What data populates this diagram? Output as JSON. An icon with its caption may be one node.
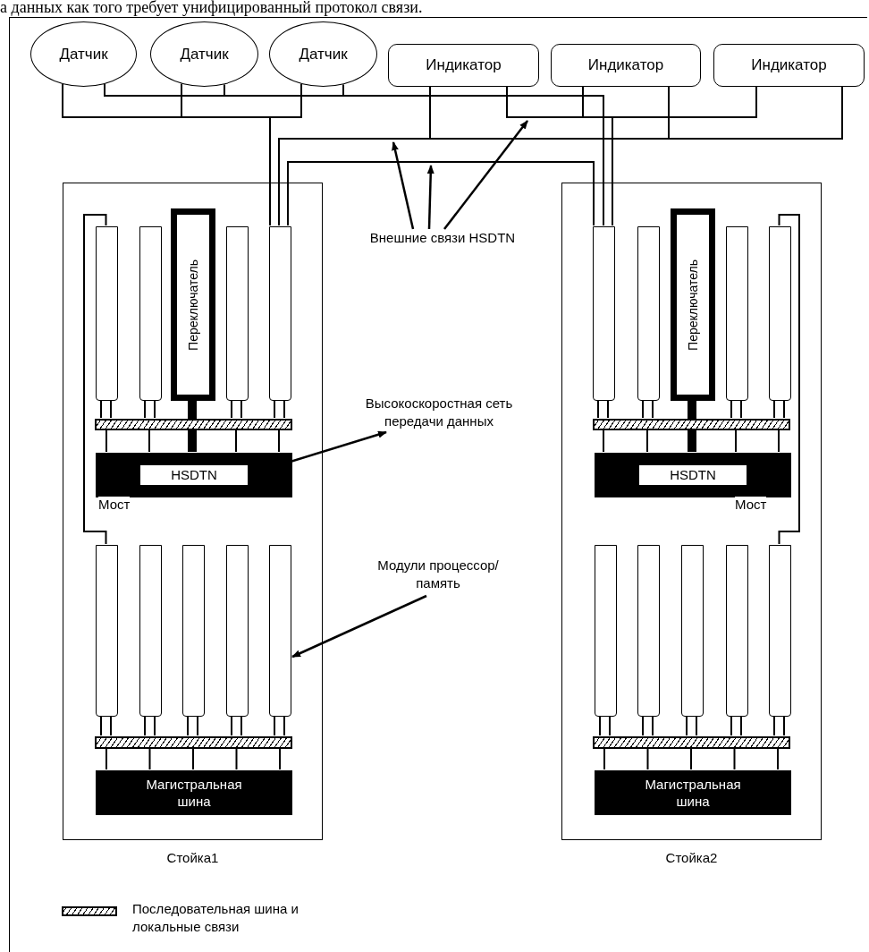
{
  "diagram": {
    "nodes": [
      {
        "text": [
          "Датчик"
        ]
      },
      {
        "text": [
          "Датчик"
        ]
      },
      {
        "text": [
          "Датчик"
        ]
      },
      {
        "text": [
          "Индикатор"
        ]
      },
      {
        "text": [
          "Индикатор"
        ]
      },
      {
        "text": [
          "Индикатор"
        ]
      },
      {
        "text": [
          "Стойка1"
        ]
      },
      {
        "text": [],
        "shape": "box",
        "in": 6
      },
      {
        "text": [],
        "shape": "box",
        "in": 6
      },
      {
        "text": [
          "Переключатель"
        ],
        "in": 6
      },
      {
        "text": [],
        "shape": "box",
        "in": 6
      },
      {
        "text": [],
        "shape": "box",
        "in": 6
      },
      {
        "text": [],
        "shape": "bar",
        "in": 6
      },
      {
        "text": [
          "HSDTN"
        ],
        "in": 6
      },
      {
        "text": [],
        "shape": "box",
        "in": 6
      },
      {
        "text": [],
        "shape": "box",
        "in": 6
      },
      {
        "text": [],
        "shape": "box",
        "in": 6
      },
      {
        "text": [],
        "shape": "box",
        "in": 6
      },
      {
        "text": [],
        "shape": "box",
        "in": 6
      },
      {
        "text": [],
        "shape": "bar",
        "in": 6
      },
      {
        "text": [
          "Магистральная шина"
        ],
        "in": 6
      },
      {
        "text": [
          "Стойка2"
        ]
      },
      {
        "text": [],
        "shape": "box",
        "in": 21
      },
      {
        "text": [],
        "shape": "box",
        "in": 21
      },
      {
        "text": [
          "Переключатель"
        ],
        "in": 21
      },
      {
        "text": [],
        "shape": "box",
        "in": 21
      },
      {
        "text": [],
        "shape": "box",
        "in": 21
      },
      {
        "text": [],
        "shape": "bar",
        "in": 21
      },
      {
        "text": [
          "HSDTN"
        ],
        "in": 21
      },
      {
        "text": [],
        "shape": "box",
        "in": 21
      },
      {
        "text": [],
        "shape": "box",
        "in": 21
      },
      {
        "text": [],
        "shape": "box",
        "in": 21
      },
      {
        "text": [],
        "shape": "box",
        "in": 21
      },
      {
        "text": [],
        "shape": "box",
        "in": 21
      },
      {
        "text": [],
        "shape": "bar",
        "in": 21
      },
      {
        "text": [
          "Магистральная шина"
        ],
        "in": 21
      },
      {
        "text": [
          "Внешние связи HSDTN"
        ]
      },
      {
        "text": [
          "Высокоскоростная сеть передачи данных"
        ]
      },
      {
        "text": [
          "Модули процессор/память"
        ]
      }
    ],
    "edges": [
      {
        "from": 0,
        "to": 11,
        "arrow": "none"
      },
      {
        "from": 1,
        "to": 11,
        "arrow": "none"
      },
      {
        "from": 2,
        "to": 11,
        "arrow": "none"
      },
      {
        "from": 0,
        "to": 22,
        "arrow": "none"
      },
      {
        "from": 1,
        "to": 22,
        "arrow": "none"
      },
      {
        "from": 2,
        "to": 22,
        "arrow": "none"
      },
      {
        "from": 3,
        "to": 11,
        "arrow": "none"
      },
      {
        "from": 4,
        "to": 11,
        "arrow": "none"
      },
      {
        "from": 5,
        "to": 11,
        "arrow": "none"
      },
      {
        "from": 3,
        "to": 22,
        "arrow": "none"
      },
      {
        "from": 4,
        "to": 22,
        "arrow": "none"
      },
      {
        "from": 5,
        "to": 22,
        "arrow": "none"
      },
      {
        "from": 11,
        "to": 22,
        "arrow": "none"
      },
      {
        "from": 7,
        "to": 12,
        "arrow": "none"
      },
      {
        "from": 8,
        "to": 12,
        "arrow": "none"
      },
      {
        "from": 10,
        "to": 12,
        "arrow": "none"
      },
      {
        "from": 11,
        "to": 12,
        "arrow": "none"
      },
      {
        "from": 9,
        "to": 13,
        "arrow": "none",
        "style": "thick"
      },
      {
        "from": 12,
        "to": 13,
        "arrow": "none"
      },
      {
        "from": 7,
        "to": 14,
        "arrow": "none",
        "label": "Мост"
      },
      {
        "from": 14,
        "to": 19,
        "arrow": "none"
      },
      {
        "from": 15,
        "to": 19,
        "arrow": "none"
      },
      {
        "from": 16,
        "to": 19,
        "arrow": "none"
      },
      {
        "from": 17,
        "to": 19,
        "arrow": "none"
      },
      {
        "from": 18,
        "to": 19,
        "arrow": "none"
      },
      {
        "from": 19,
        "to": 20,
        "arrow": "none"
      },
      {
        "from": 22,
        "to": 27,
        "arrow": "none"
      },
      {
        "from": 23,
        "to": 27,
        "arrow": "none"
      },
      {
        "from": 25,
        "to": 27,
        "arrow": "none"
      },
      {
        "from": 26,
        "to": 27,
        "arrow": "none"
      },
      {
        "from": 24,
        "to": 28,
        "arrow": "none",
        "style": "thick"
      },
      {
        "from": 27,
        "to": 28,
        "arrow": "none"
      },
      {
        "from": 26,
        "to": 33,
        "arrow": "none",
        "label": "Мост"
      },
      {
        "from": 29,
        "to": 34,
        "arrow": "none"
      },
      {
        "from": 30,
        "to": 34,
        "arrow": "none"
      },
      {
        "from": 31,
        "to": 34,
        "arrow": "none"
      },
      {
        "from": 32,
        "to": 34,
        "arrow": "none"
      },
      {
        "from": 33,
        "to": 34,
        "arrow": "none"
      },
      {
        "from": 34,
        "to": 35,
        "arrow": "none"
      },
      {
        "from": 36,
        "to": null,
        "arrow": "to"
      },
      {
        "from": 36,
        "to": null,
        "arrow": "to"
      },
      {
        "from": 36,
        "to": null,
        "arrow": "to"
      },
      {
        "from": 13,
        "to": 37,
        "arrow": "to"
      },
      {
        "from": 38,
        "to": 18,
        "arrow": "to"
      }
    ],
    "labels": [
      "а данных как того требует унифицированный протокол связи."
    ],
    "legend": [
      {
        "text": "Последовательная шина и локальные связи"
      }
    ]
  }
}
